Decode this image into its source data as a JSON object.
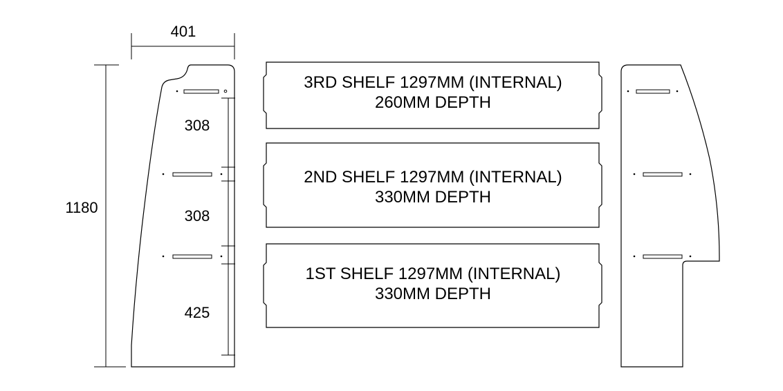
{
  "dimensions": {
    "overall_width": "401",
    "overall_height": "1180",
    "gap_top": "308",
    "gap_middle": "308",
    "gap_bottom": "425"
  },
  "shelves": [
    {
      "title": "3RD SHELF 1297MM (INTERNAL)",
      "depth": "260MM DEPTH"
    },
    {
      "title": "2ND SHELF 1297MM (INTERNAL)",
      "depth": "330MM DEPTH"
    },
    {
      "title": "1ST SHELF 1297MM (INTERNAL)",
      "depth": "330MM DEPTH"
    }
  ],
  "colors": {
    "line": "#000000",
    "background": "#ffffff"
  }
}
